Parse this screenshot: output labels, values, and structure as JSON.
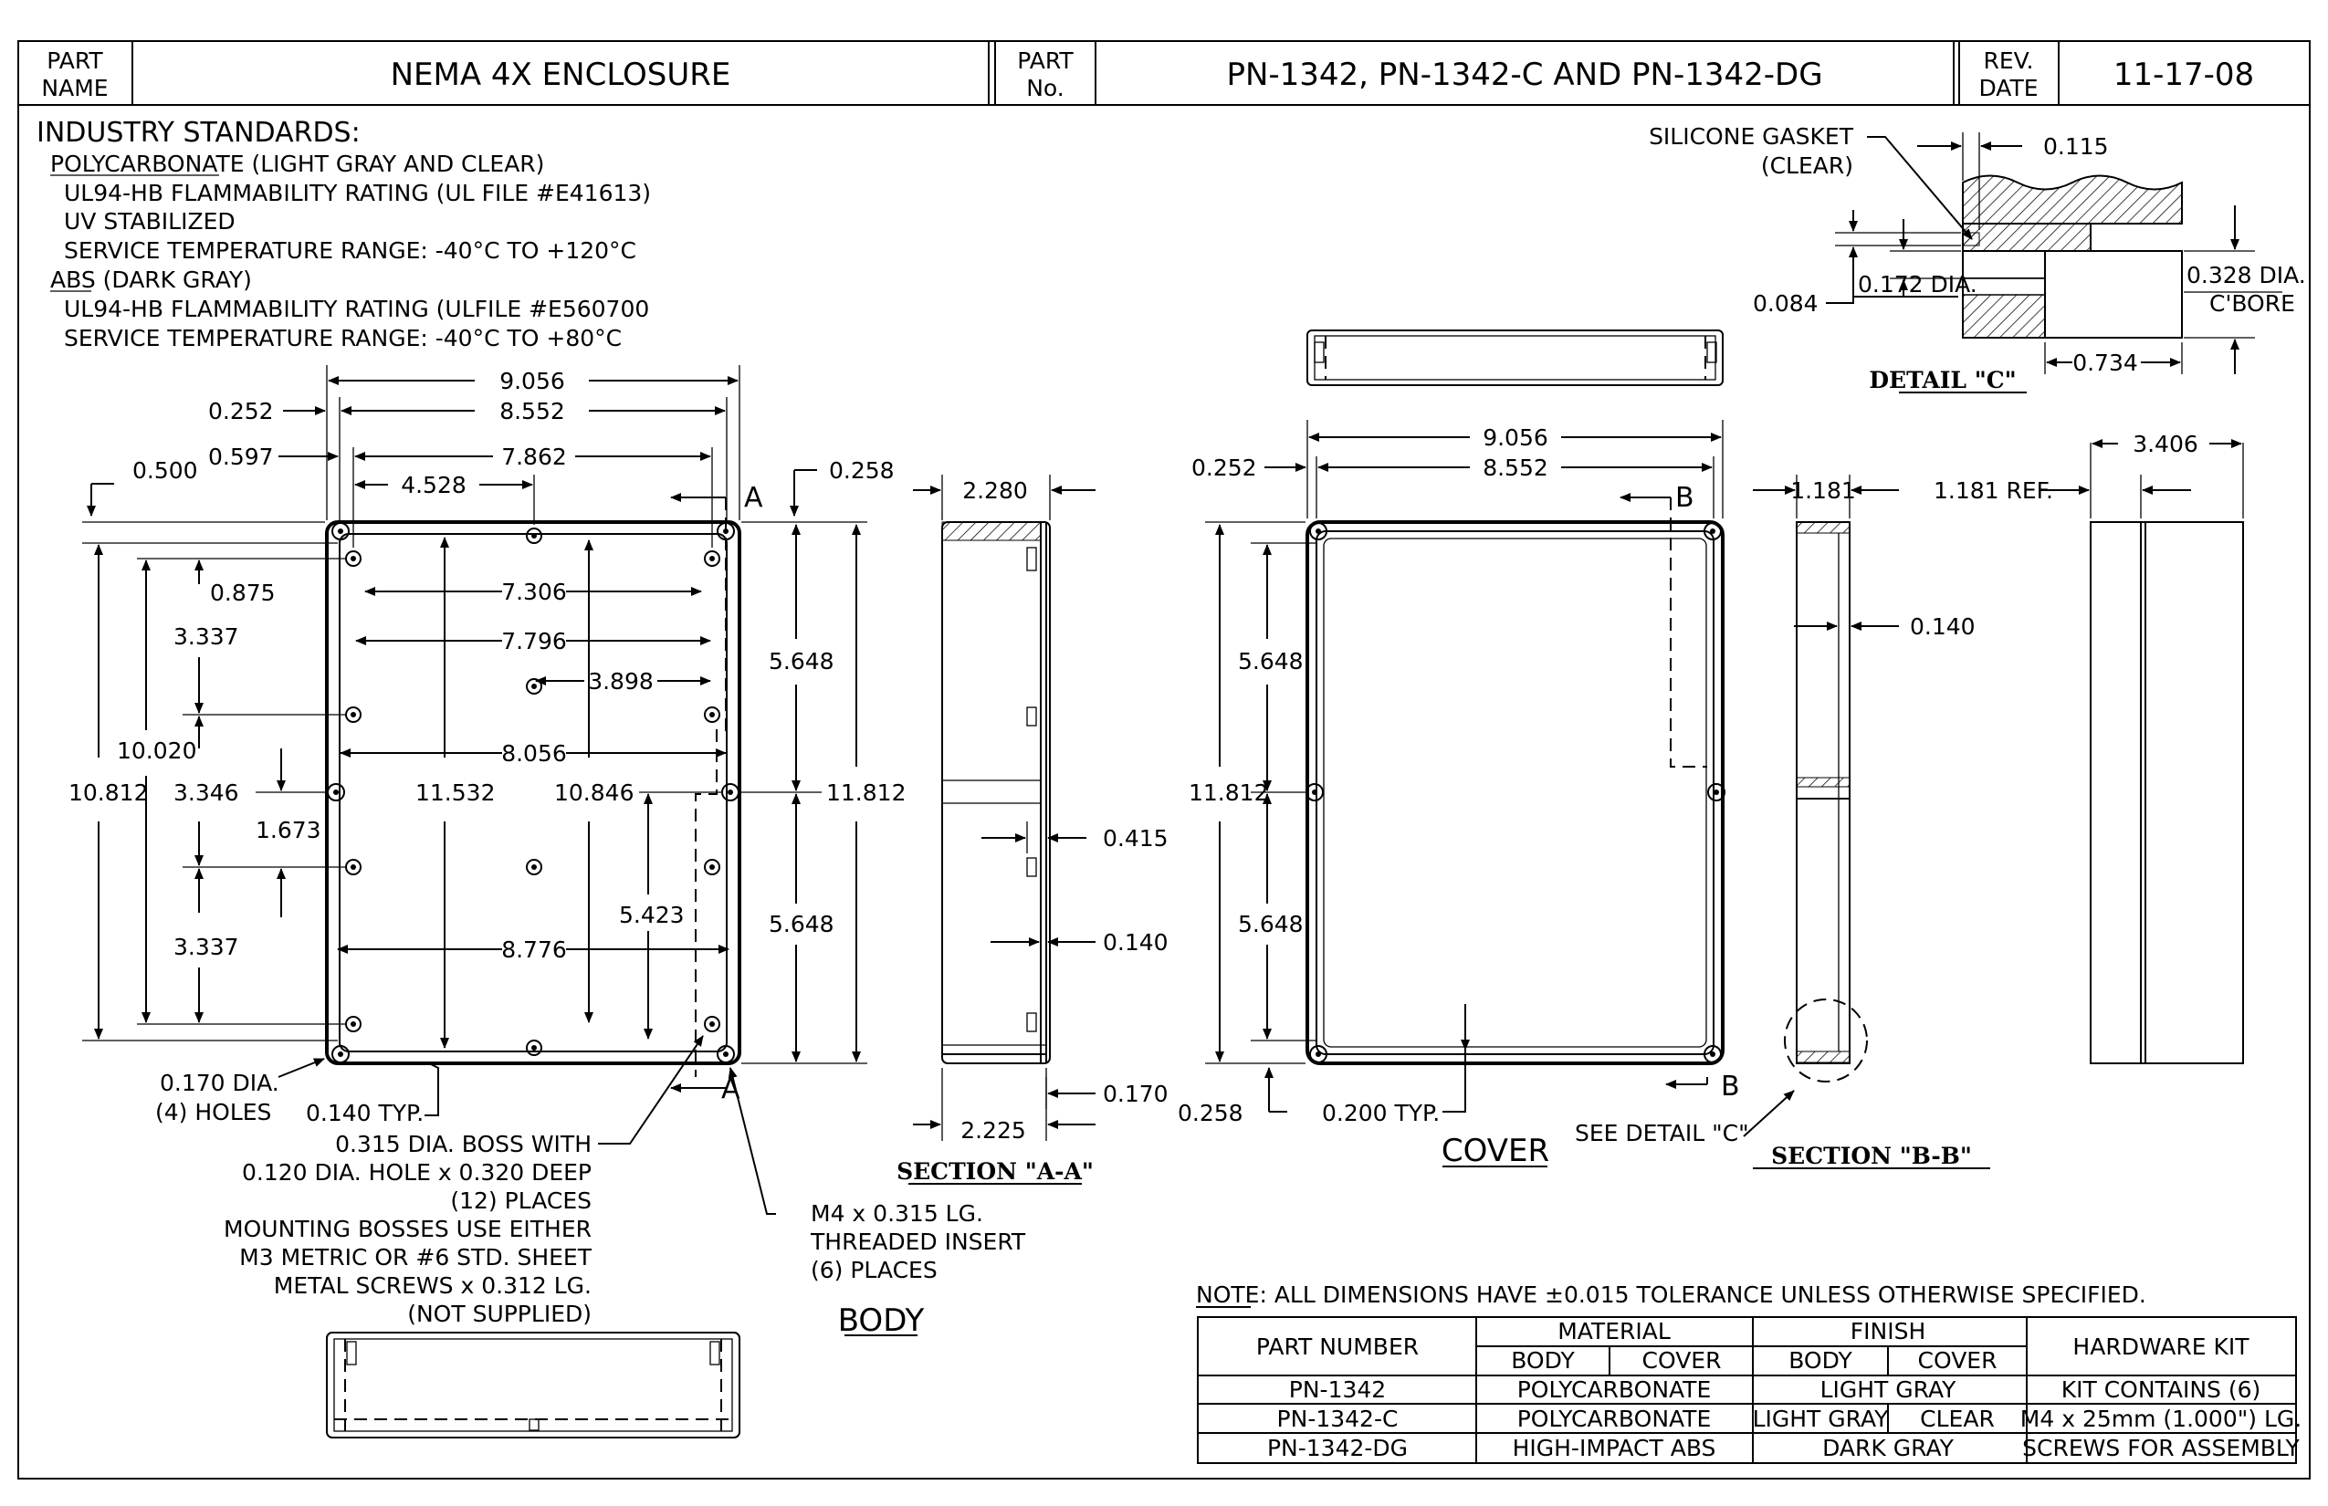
{
  "title_block": {
    "part_name_label": "PART\nNAME",
    "part_name": "NEMA 4X ENCLOSURE",
    "part_no_label": "PART\nNo.",
    "part_no": "PN-1342, PN-1342-C AND PN-1342-DG",
    "rev_label": "REV.\nDATE",
    "rev_date": "11-17-08"
  },
  "standards": [
    "INDUSTRY STANDARDS:",
    "POLYCARBONATE (LIGHT GRAY AND CLEAR)",
    "UL94-HB FLAMMABILITY RATING (UL FILE #E41613)",
    "UV STABILIZED",
    "SERVICE TEMPERATURE RANGE: -40°C TO +120°C",
    "ABS (DARK GRAY)",
    "UL94-HB FLAMMABILITY RATING (ULFILE #E560700",
    "SERVICE TEMPERATURE RANGE: -40°C TO +80°C"
  ],
  "body_dims": {
    "w_overall": "9.056",
    "w_inner": "8.552",
    "w_holes": "7.862",
    "w_4528": "4.528",
    "d_0252": "0.252",
    "d_0597": "0.597",
    "d_0500": "0.500",
    "d_0258": "0.258",
    "d_0875": "0.875",
    "d_3337a": "3.337",
    "d_10020": "10.020",
    "d_10812": "10.812",
    "d_3346": "3.346",
    "d_1673": "1.673",
    "d_3337b": "3.337",
    "h_7306": "7.306",
    "h_7796": "7.796",
    "h_3898": "3.898",
    "h_8056": "8.056",
    "h_8776": "8.776",
    "v_11532": "11.532",
    "v_10846": "10.846",
    "v_5423": "5.423",
    "v_5648a": "5.648",
    "v_5648b": "5.648",
    "v_11812": "11.812",
    "hole_note": [
      "0.170 DIA.",
      "(4) HOLES"
    ],
    "typ_note": "0.140 TYP.",
    "boss_note": [
      "0.315 DIA. BOSS WITH",
      "0.120 DIA. HOLE x 0.320 DEEP",
      "(12) PLACES",
      "MOUNTING BOSSES USE EITHER",
      "M3 METRIC OR #6 STD. SHEET",
      "METAL SCREWS x 0.312 LG.",
      "(NOT SUPPLIED)"
    ],
    "insert_note": [
      "M4 x 0.315 LG.",
      "THREADED INSERT",
      "(6) PLACES"
    ],
    "label": "BODY",
    "sec_a": "A"
  },
  "section_aa": {
    "w_top": "2.280",
    "w_bot": "2.225",
    "d_0415": "0.415",
    "d_0140": "0.140",
    "d_0170": "0.170",
    "label": "SECTION \"A-A\""
  },
  "cover_dims": {
    "w_overall": "9.056",
    "w_inner": "8.552",
    "d_0252": "0.252",
    "d_0258": "0.258",
    "v_5648a": "5.648",
    "v_5648b": "5.648",
    "v_11812": "11.812",
    "typ_note": "0.200 TYP.",
    "label": "COVER",
    "see_detail": "SEE DETAIL \"C\"",
    "sec_b": "B"
  },
  "section_bb": {
    "w_1181": "1.181",
    "ref": "1.181 REF.",
    "d_0140": "0.140",
    "w_3406": "3.406",
    "label": "SECTION \"B-B\""
  },
  "detail_c": {
    "gasket": [
      "SILICONE GASKET",
      "(CLEAR)"
    ],
    "d_0115": "0.115",
    "d_0084": "0.084",
    "d_0172": "0.172 DIA.",
    "d_0328": [
      "0.328 DIA.",
      "C'BORE"
    ],
    "d_0734": "0.734",
    "label": "DETAIL \"C\""
  },
  "note": "NOTE:  ALL DIMENSIONS HAVE ±0.015 TOLERANCE UNLESS OTHERWISE SPECIFIED.",
  "table": {
    "headers": {
      "part_number": "PART NUMBER",
      "material": "MATERIAL",
      "finish": "FINISH",
      "body": "BODY",
      "cover": "COVER",
      "hardware": "HARDWARE KIT"
    },
    "rows": [
      {
        "part": "PN-1342",
        "material": "POLYCARBONATE",
        "finish": "LIGHT GRAY"
      },
      {
        "part": "PN-1342-C",
        "material": "POLYCARBONATE",
        "finish_body": "LIGHT GRAY",
        "finish_cover": "CLEAR"
      },
      {
        "part": "PN-1342-DG",
        "material": "HIGH-IMPACT ABS",
        "finish": "DARK GRAY"
      }
    ],
    "hardware_kit": [
      "KIT CONTAINS (6)",
      "M4 x 25mm (1.000\") LG.",
      "SCREWS FOR ASSEMBLY"
    ]
  }
}
